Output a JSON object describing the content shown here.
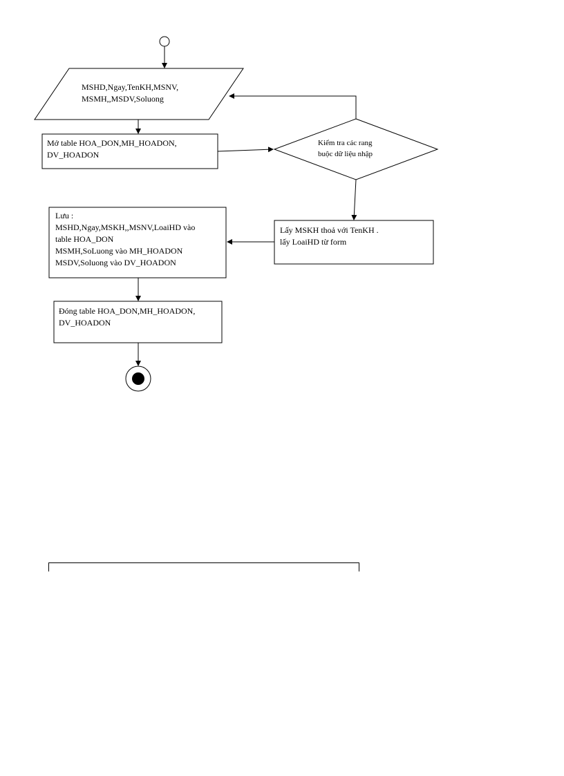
{
  "diagram": {
    "input_lines": [
      "MSHD,Ngay,TenKH,MSNV,",
      "MSMH,,MSDV,Soluong"
    ],
    "open_lines": [
      "Mở table HOA_DON,MH_HOADON,",
      "DV_HOADON"
    ],
    "check_lines": [
      "Kiểm  tra các rang",
      "buộc dữ liệu nhập"
    ],
    "lookup_lines": [
      "Lấy MSKH  thoả với TenKH  .",
      " lấy LoaiHD  từ form"
    ],
    "save_lines": [
      "Lưu :",
      "MSHD,Ngay,MSKH,,MSNV,LoaiHD    vào",
      "table HOA_DON",
      "MSMH,SoLuong vào MH_HOADON",
      "MSDV,Soluong  vào DV_HOADON"
    ],
    "close_lines": [
      "Đóng table HOA_DON,MH_HOADON,",
      "DV_HOADON"
    ]
  }
}
